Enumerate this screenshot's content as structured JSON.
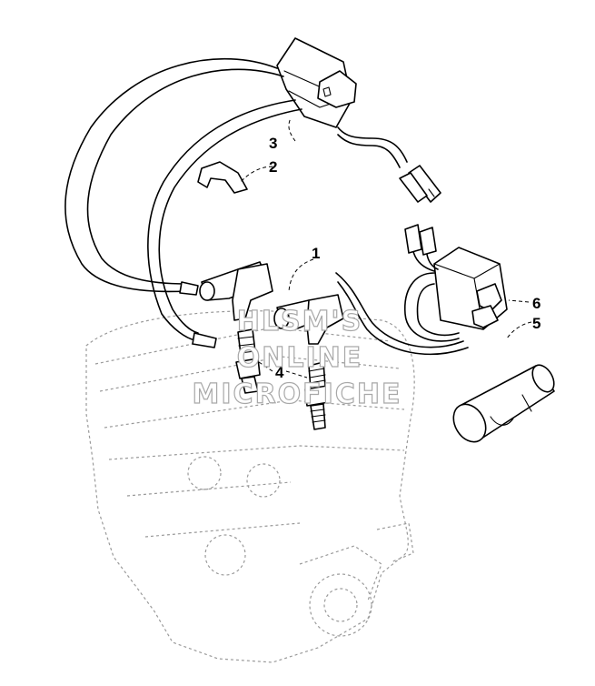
{
  "callouts": {
    "c1": "1",
    "c2": "2",
    "c3": "3",
    "c4": "4",
    "c5": "5",
    "c6": "6"
  },
  "watermark": {
    "line1": "HLSM'S",
    "line2": "ONLINE",
    "line3": "MICROFICHE"
  }
}
